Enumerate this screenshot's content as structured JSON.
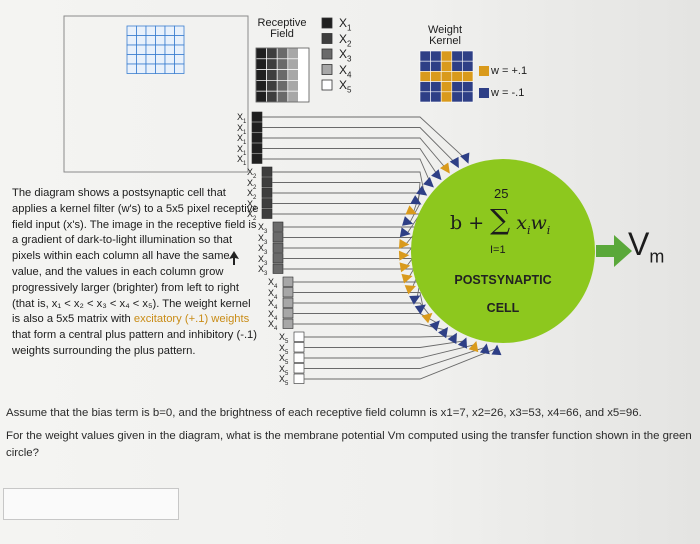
{
  "diagram": {
    "receptive_field_title": "Receptive Field",
    "weight_kernel_title": "Weight Kernel",
    "x_legend": [
      {
        "sub": "1",
        "color": "#1f1f1f"
      },
      {
        "sub": "2",
        "color": "#3e3e3e"
      },
      {
        "sub": "3",
        "color": "#6a6a6a"
      },
      {
        "sub": "4",
        "color": "#a7a7a7"
      },
      {
        "sub": "5",
        "color": "#ffffff"
      }
    ],
    "weights": [
      {
        "label": "w = +.1",
        "color": "#d99a1c"
      },
      {
        "label": "w = -.1",
        "color": "#2e3f86"
      }
    ],
    "input_label_base": "X",
    "cell": {
      "sum_upper": "25",
      "bias": "b +",
      "sigma": "∑",
      "term": "x",
      "term_w": "w",
      "term_sub": "i",
      "sum_lower": "I=1",
      "name_line1": "POSTSYNAPTIC",
      "name_line2": "CELL"
    },
    "output_label": "V",
    "output_sub": "m"
  },
  "description": {
    "text1": "The diagram shows a postsynaptic cell that applies a kernel filter (w's) to a 5x5 pixel receptive field input (x's). The image in the receptive field is a gradient of dark-to-light illumination so that pixels within each column all have the same value, and the values in each column grow progressively larger (brighter) from left to right (that is, x",
    "ineq": "₁ < x₂ < x₃ < x₄ < x₅",
    "text2": "). The weight kernel is also a 5x5 matrix with ",
    "excitatory": "excitatory (+.1) weights",
    "text3": " that form a central plus pattern and inhibitory (-.1) weights surrounding the plus pattern."
  },
  "question": {
    "line1": "Assume that the bias term is b=0, and the brightness of each receptive field column is x1=7, x2=26, x3=53, x4=66, and x5=96.",
    "line2": "For the weight values given in the diagram, what is the membrane potential Vm computed using the transfer function shown in the green circle?",
    "answer_value": ""
  },
  "colors": {
    "cell_green": "#8dc81e",
    "arrow_green": "#5aa83a",
    "excitatory": "#d99a1c",
    "inhibitory": "#2e3f86",
    "grid_blue": "#3b7fd0"
  }
}
